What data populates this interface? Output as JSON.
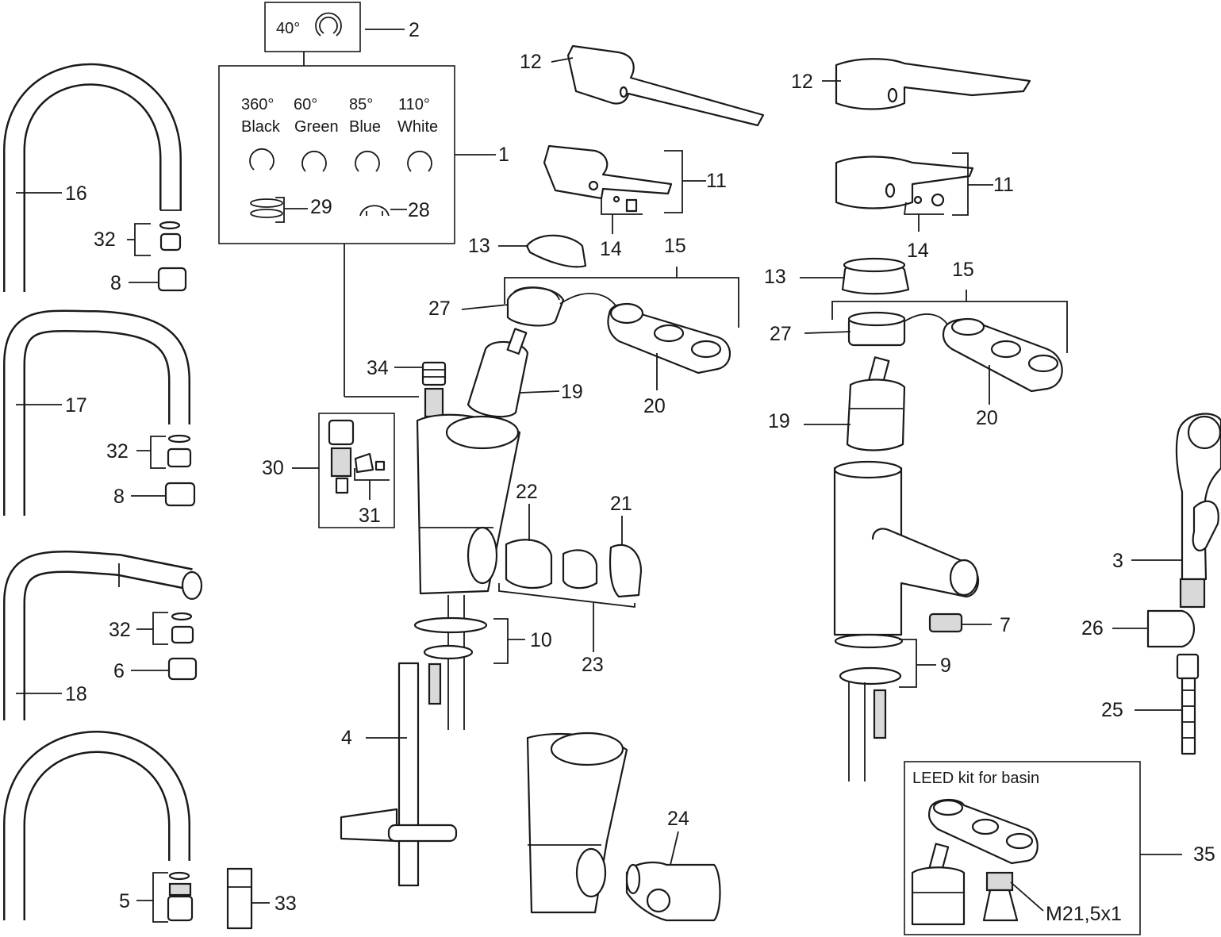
{
  "parts": [
    {
      "label": "1"
    },
    {
      "label": "2"
    },
    {
      "label": "3"
    },
    {
      "label": "4"
    },
    {
      "label": "5"
    },
    {
      "label": "6"
    },
    {
      "label": "7"
    },
    {
      "label": "8"
    },
    {
      "label": "8"
    },
    {
      "label": "9"
    },
    {
      "label": "10"
    },
    {
      "label": "11"
    },
    {
      "label": "11"
    },
    {
      "label": "12"
    },
    {
      "label": "12"
    },
    {
      "label": "13"
    },
    {
      "label": "13"
    },
    {
      "label": "14"
    },
    {
      "label": "14"
    },
    {
      "label": "15"
    },
    {
      "label": "15"
    },
    {
      "label": "16"
    },
    {
      "label": "17"
    },
    {
      "label": "18"
    },
    {
      "label": "19"
    },
    {
      "label": "19"
    },
    {
      "label": "20"
    },
    {
      "label": "20"
    },
    {
      "label": "21"
    },
    {
      "label": "22"
    },
    {
      "label": "23"
    },
    {
      "label": "24"
    },
    {
      "label": "25"
    },
    {
      "label": "26"
    },
    {
      "label": "27"
    },
    {
      "label": "27"
    },
    {
      "label": "28"
    },
    {
      "label": "29"
    },
    {
      "label": "30"
    },
    {
      "label": "31"
    },
    {
      "label": "32"
    },
    {
      "label": "32"
    },
    {
      "label": "32"
    },
    {
      "label": "33"
    },
    {
      "label": "34"
    },
    {
      "label": "35"
    }
  ],
  "limit_box_small": {
    "angle": "40°"
  },
  "limit_ring_options": [
    {
      "angle": "360°",
      "color": "Black"
    },
    {
      "angle": "60°",
      "color": "Green"
    },
    {
      "angle": "85°",
      "color": "Blue"
    },
    {
      "angle": "110°",
      "color": "White"
    }
  ],
  "leed_kit": {
    "title": "LEED kit for basin",
    "thread": "M21,5x1"
  }
}
